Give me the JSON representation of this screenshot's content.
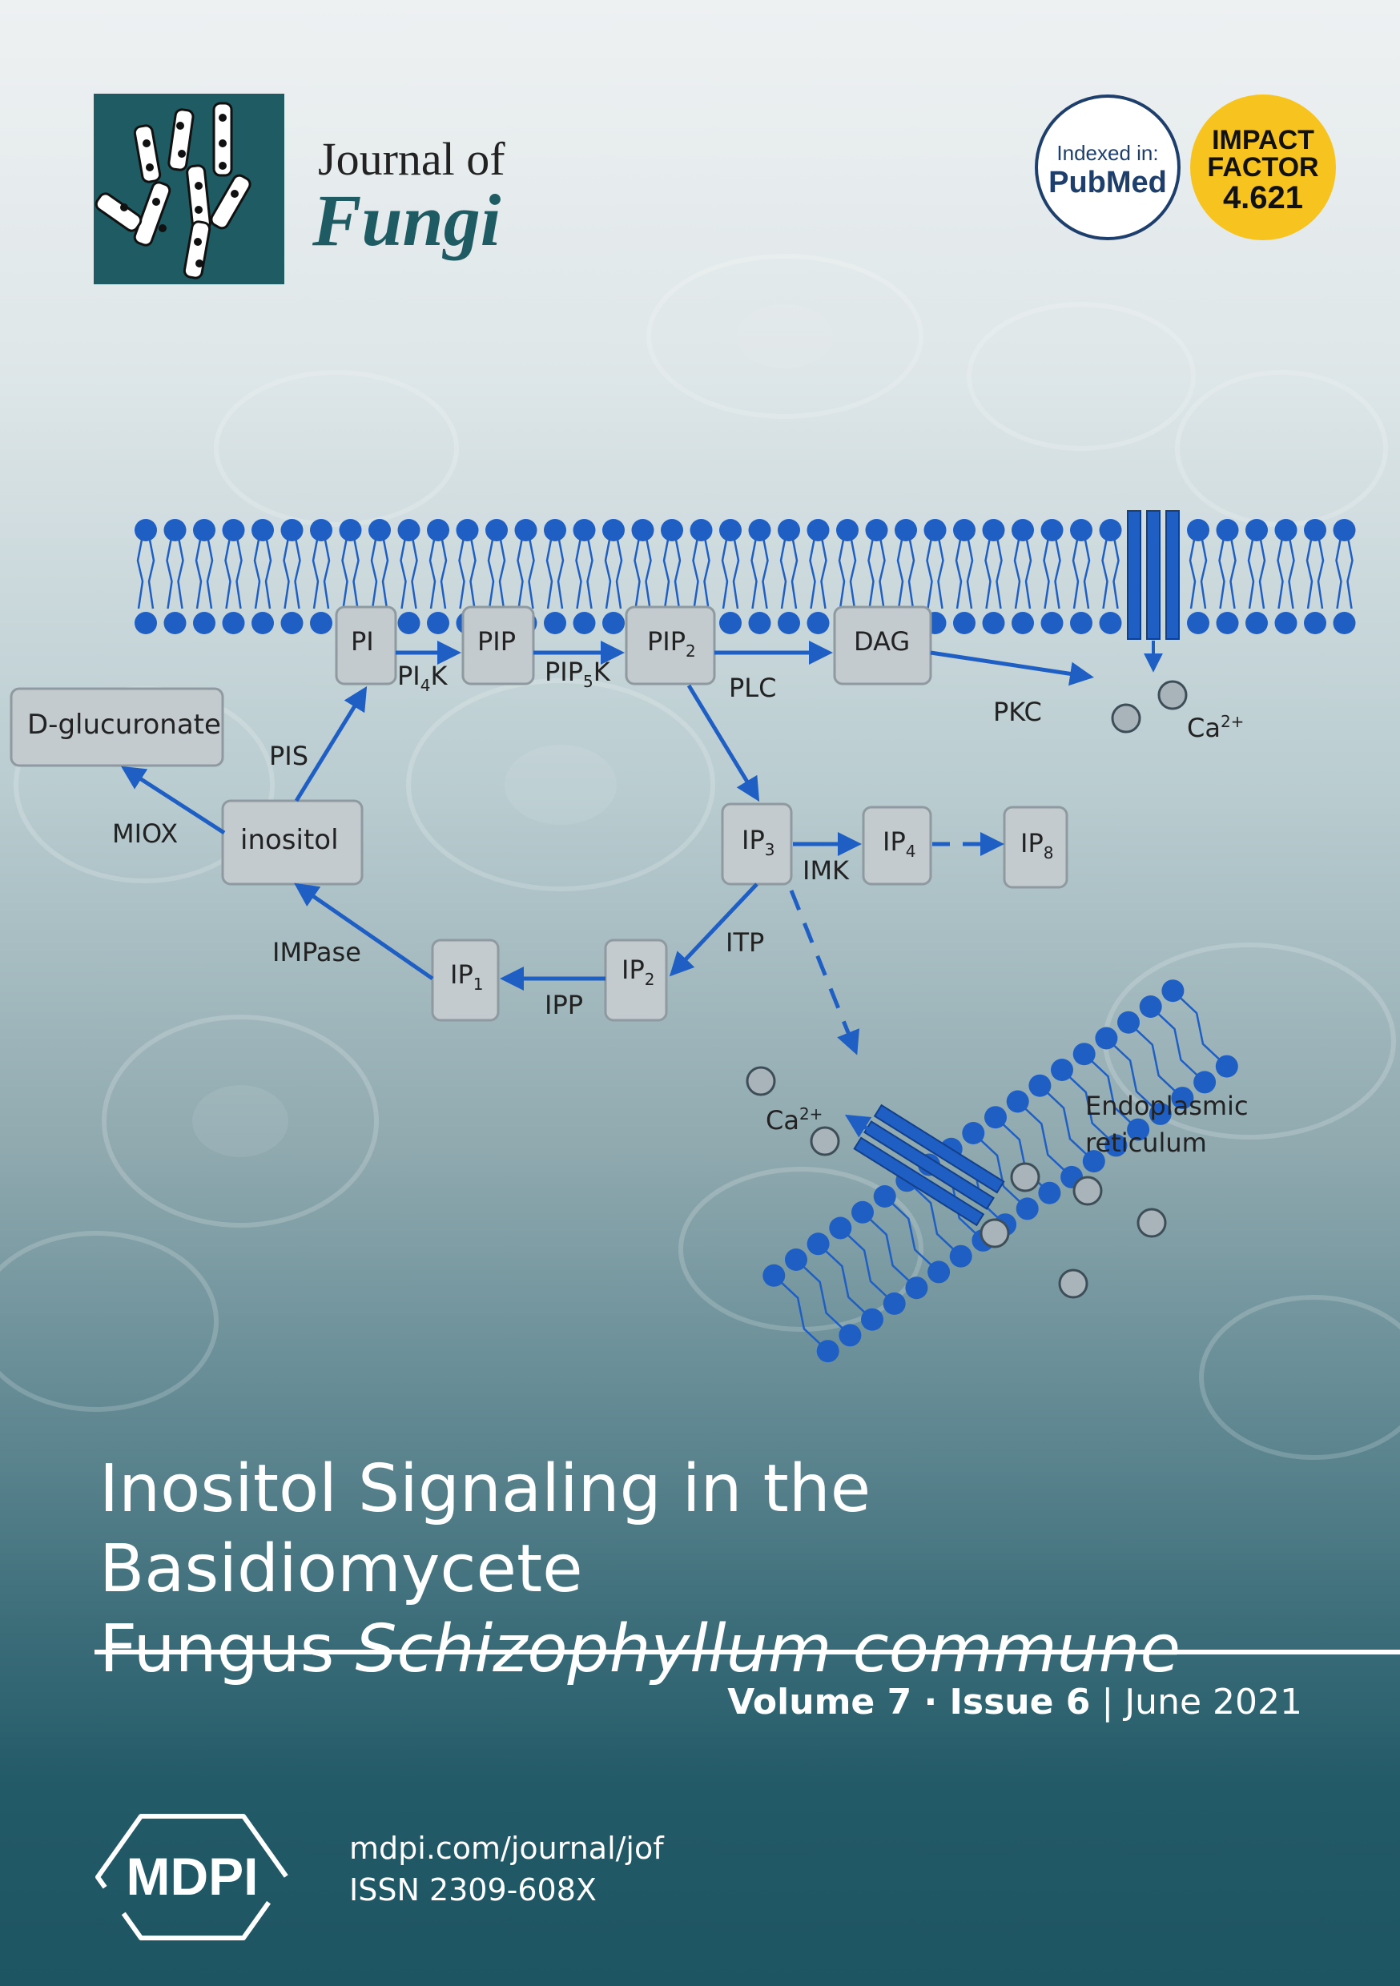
{
  "journal": {
    "line1": "Journal of",
    "line2": "Fungi"
  },
  "badges": {
    "pubmed_line1": "Indexed in:",
    "pubmed_line2": "PubMed",
    "impact_line1": "IMPACT",
    "impact_line2": "FACTOR",
    "impact_value": "4.621"
  },
  "diagram": {
    "labels": {
      "pi": "PI",
      "pip": "PIP",
      "pip2": "PIP",
      "pip2_sub": "2",
      "dag": "DAG",
      "dglucuronate": "D-glucuronate",
      "inositol": "inositol",
      "ip3": "IP",
      "ip3_sub": "3",
      "ip4": "IP",
      "ip4_sub": "4",
      "ip8": "IP",
      "ip8_sub": "8",
      "ip1": "IP",
      "ip1_sub": "1",
      "ip2": "IP",
      "ip2_sub": "2",
      "pi4k": "PI",
      "pi4k_sub": "4",
      "pi4k_k": "K",
      "pip5k": "PIP",
      "pip5k_sub": "5",
      "pip5k_k": "K",
      "plc": "PLC",
      "pkc": "PKC",
      "pis": "PIS",
      "miox": "MIOX",
      "imk": "IMK",
      "itp": "ITP",
      "ipp": "IPP",
      "impase": "IMPase",
      "ca_top": "Ca",
      "ca_top_sup": "2+",
      "ca_er": "Ca",
      "ca_er_sup": "2+",
      "er_line1": "Endoplasmic",
      "er_line2": "reticulum"
    }
  },
  "title": {
    "line1": "Inositol Signaling in the Basidiomycete",
    "line2_plain": "Fungus ",
    "line2_italic": "Schizophyllum commune"
  },
  "issue": {
    "volume": "Volume 7",
    "dot": " · ",
    "issue": "Issue 6",
    "sep": " | ",
    "date": "June 2021"
  },
  "publisher": {
    "name": "MDPI",
    "url": "mdpi.com/journal/jof",
    "issn": "ISSN 2309-608X"
  },
  "colors": {
    "teal": "#1f5b63",
    "diagram_blue": "#1f5fc4",
    "impact_yellow": "#f7c31f",
    "pubmed_navy": "#1e3f6c"
  }
}
